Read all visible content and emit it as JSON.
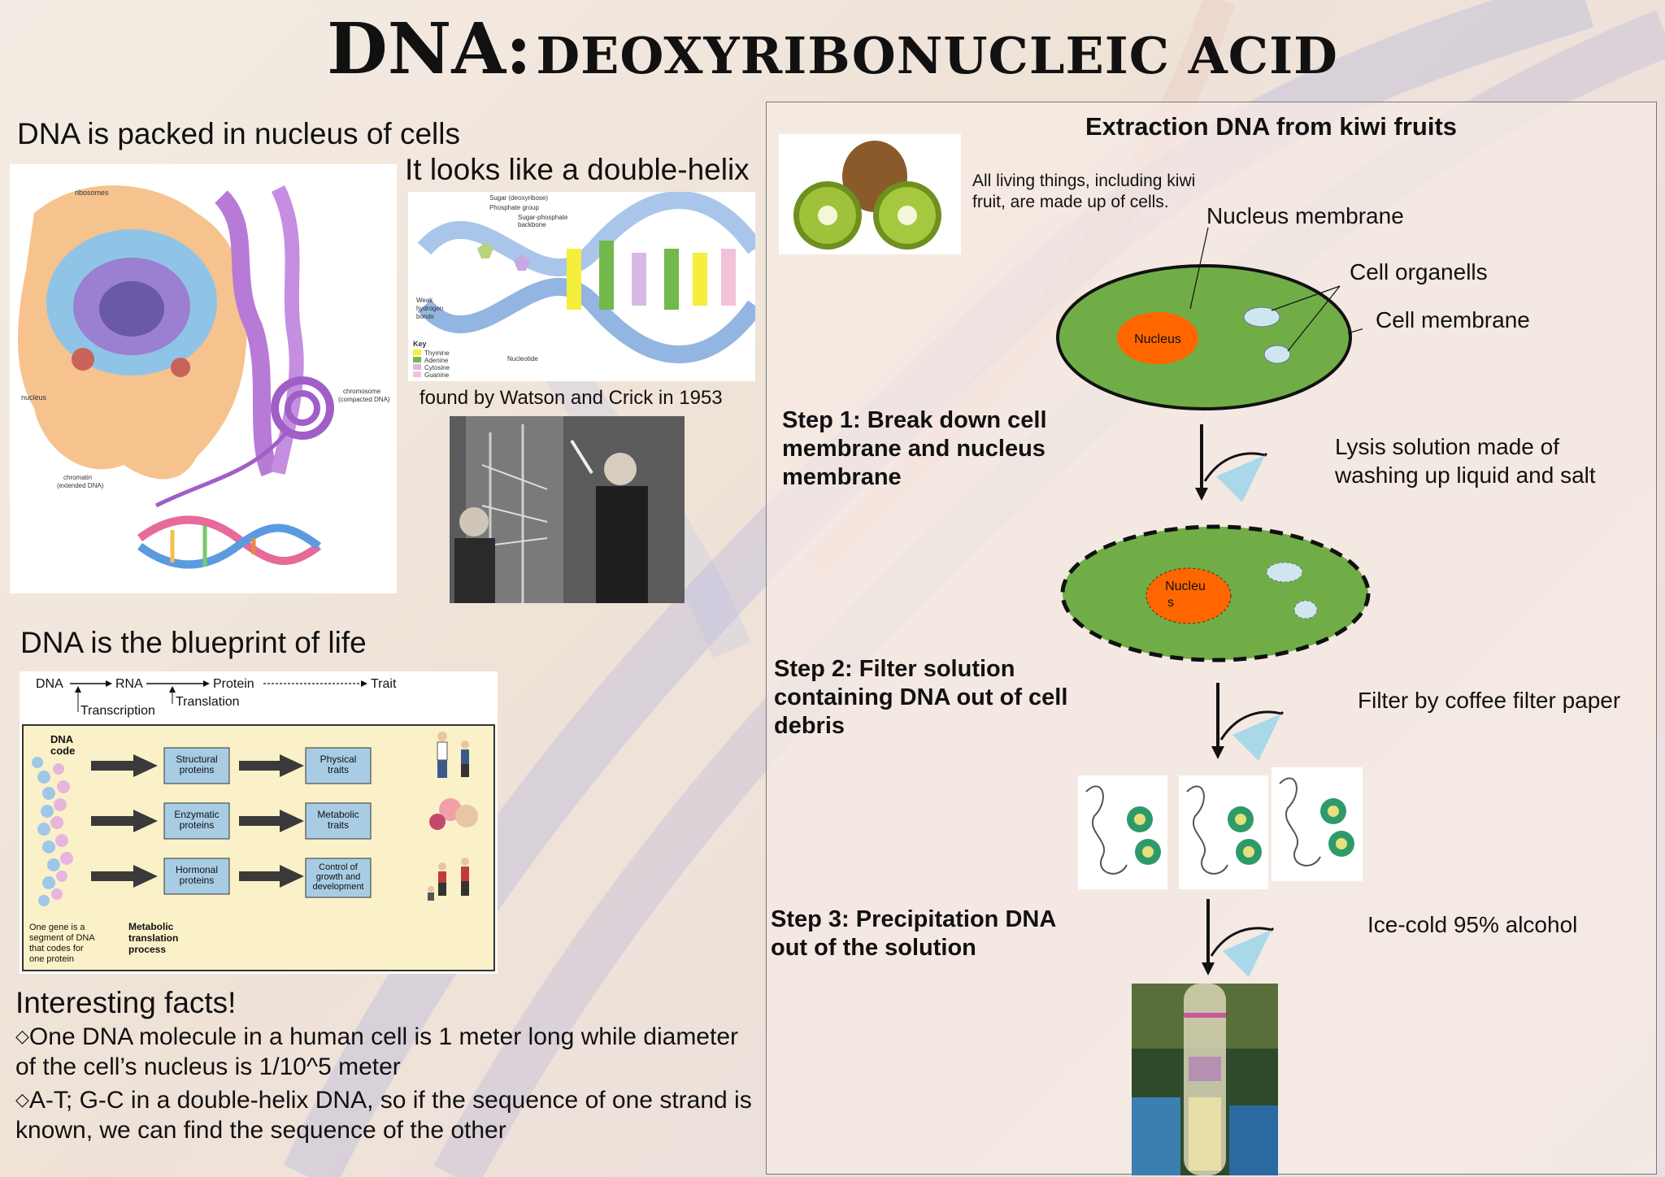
{
  "title": {
    "part1": "DNA:",
    "part2": "DEOXYRIBONUCLEIC ACID"
  },
  "left": {
    "packed_heading": "DNA is packed in nucleus of cells",
    "helix_heading": "It looks like a double-helix",
    "found_caption": "found by Watson and Crick in 1953",
    "cell_labels": {
      "ribosomes": "ribosomes",
      "nucleus": "nucleus",
      "chromosome": "chromosome\n(compacted DNA)",
      "chromatin": "chromatin\n(extended DNA)"
    },
    "helix_labels": {
      "sugar": "Sugar (deoxyribose)",
      "phosphate": "Phosphate group",
      "backbone": "Sugar-phosphate backbone",
      "weak": "Weak hydrogen bonds",
      "nucleotide": "Nucleotide",
      "key": "Key",
      "key_items": [
        "Thymine",
        "Adenine",
        "Cytosine",
        "Guanine"
      ]
    },
    "blueprint_heading": "DNA is the blueprint of life",
    "flow": {
      "dna": "DNA",
      "rna": "RNA",
      "protein": "Protein",
      "trait": "Trait",
      "transcription": "Transcription",
      "translation": "Translation"
    },
    "blueprint_box": {
      "dna_code": "DNA code",
      "proteins": [
        "Structural proteins",
        "Enzymatic proteins",
        "Hormonal proteins"
      ],
      "traits": [
        "Physical traits",
        "Metabolic traits",
        "Control of growth and development"
      ],
      "gene_note": "One gene is a segment of DNA that codes for one protein",
      "process": "Metabolic translation process"
    },
    "facts_heading": "Interesting facts!",
    "facts": [
      "One DNA molecule in a human cell is 1 meter long while diameter of the cell’s nucleus is 1/10^5 meter",
      "A-T; G-C in a double-helix DNA, so if the sequence of one strand is known, we can find the sequence of the other"
    ]
  },
  "right": {
    "extract_title": "Extraction DNA from kiwi fruits",
    "kiwi_text": "All living things, including kiwi fruit, are made up of cells.",
    "nucleus_membrane": "Nucleus membrane",
    "cell_organells": "Cell organells",
    "cell_membrane": "Cell membrane",
    "nucleus_label": "Nucleus",
    "nucleus_label2": "Nucleu s",
    "step1": "Step 1: Break down cell membrane and nucleus membrane",
    "lysis": "Lysis solution made of washing up liquid and salt",
    "step2": "Step 2: Filter solution containing DNA out of cell debris",
    "filter": "Filter by coffee filter paper",
    "step3": "Step 3: Precipitation DNA out of the solution",
    "alcohol": "Ice-cold 95% alcohol"
  },
  "colors": {
    "cell_green": "#70ad47",
    "nucleus_orange": "#ff6600",
    "organelle_blue": "#cfe6ee",
    "blueprint_bg": "#fbf1c8"
  }
}
